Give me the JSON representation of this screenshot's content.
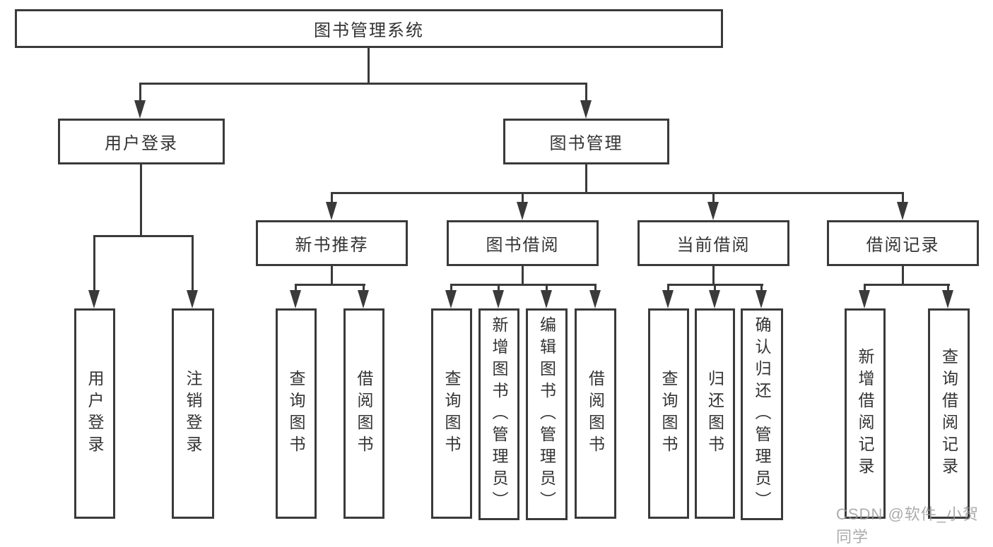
{
  "colors": {
    "line": "#3a3a3a",
    "box_border": "#3a3a3a",
    "text": "#333333",
    "background": "#ffffff",
    "watermark": "#969696"
  },
  "tree": {
    "root": {
      "label": "图书管理系统"
    },
    "children": [
      {
        "label": "用户登录",
        "children": [
          {
            "label": "用户登录"
          },
          {
            "label": "注销登录"
          }
        ]
      },
      {
        "label": "图书管理",
        "children": [
          {
            "label": "新书推荐",
            "children": [
              {
                "label": "查询图书"
              },
              {
                "label": "借阅图书"
              }
            ]
          },
          {
            "label": "图书借阅",
            "children": [
              {
                "label": "查询图书"
              },
              {
                "label": "新增图书（管理员）"
              },
              {
                "label": "编辑图书（管理员）"
              },
              {
                "label": "借阅图书"
              }
            ]
          },
          {
            "label": "当前借阅",
            "children": [
              {
                "label": "查询图书"
              },
              {
                "label": "归还图书"
              },
              {
                "label": "确认归还（管理员）"
              }
            ]
          },
          {
            "label": "借阅记录",
            "children": [
              {
                "label": "新增借阅记录"
              },
              {
                "label": "查询借阅记录"
              }
            ]
          }
        ]
      }
    ]
  },
  "watermark": {
    "text": "CSDN @软件_小贺同学"
  }
}
